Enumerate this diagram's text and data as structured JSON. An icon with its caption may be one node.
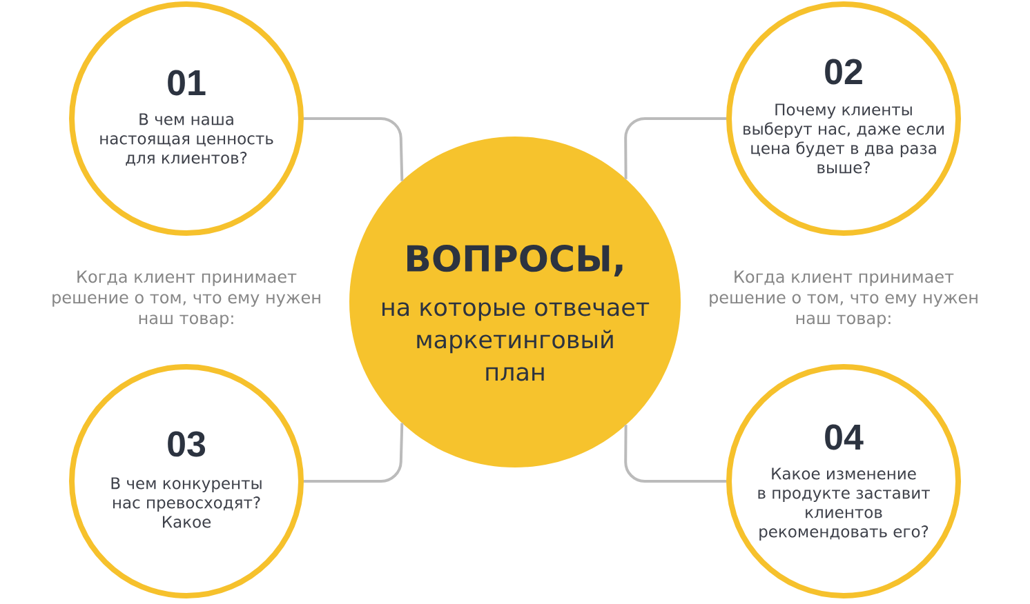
{
  "diagram": {
    "nodes": [
      {
        "text": [
          "01",
          "В чем наша настоящая ценность для клиентов?"
        ]
      },
      {
        "text": [
          "02",
          "Почему клиенты выберут нас, даже если цена будет в два раза выше?"
        ]
      },
      {
        "text": [
          "ВОПРОСЫ,",
          "на которые отвечает маркетинговый план"
        ]
      },
      {
        "text": [
          "03",
          "В чем конкуренты нас превосходят? Какое"
        ]
      },
      {
        "text": [
          "04",
          "Какое изменение в продукте заставит клиентов рекомендовать его?"
        ]
      }
    ],
    "edges": [
      {
        "from": 0,
        "to": 2,
        "arrow": "none"
      },
      {
        "from": 1,
        "to": 2,
        "arrow": "none"
      },
      {
        "from": 3,
        "to": 2,
        "arrow": "none"
      },
      {
        "from": 4,
        "to": 2,
        "arrow": "none"
      }
    ],
    "labels": [
      "Когда клиент принимает решение о том, что ему нужен наш товар:",
      "Когда клиент принимает решение о том, что ему нужен наш товар:"
    ]
  }
}
